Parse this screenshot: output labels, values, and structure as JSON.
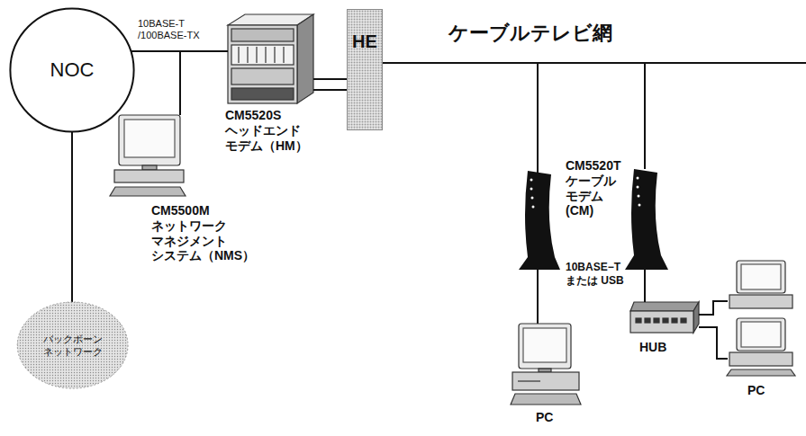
{
  "diagram": {
    "nodes": [
      {
        "text": [
          "NOC"
        ]
      },
      {
        "text": [
          "バックボーン ネットワーク"
        ]
      },
      {
        "text": [
          "CM5520S ヘッドエンド モデム（HM）"
        ]
      },
      {
        "text": [
          "CM5500M ネットワーク マネジメント システム（NMS）"
        ]
      },
      {
        "text": [
          "HE"
        ]
      },
      {
        "text": [
          "CM5520T ケーブル モデム (CM)"
        ]
      },
      {
        "text": [
          "PC"
        ]
      },
      {
        "text": [
          "HUB"
        ]
      },
      {
        "text": [
          "PC"
        ]
      }
    ],
    "edges": [
      {
        "from": 0,
        "to": 1,
        "arrow": "none"
      },
      {
        "from": 0,
        "to": 2,
        "arrow": "none",
        "label": "10BASE-T /100BASE-TX"
      },
      {
        "from": 0,
        "to": 3,
        "arrow": "none"
      },
      {
        "from": 2,
        "to": 4,
        "arrow": "none"
      },
      {
        "from": 2,
        "to": 4,
        "arrow": "none"
      },
      {
        "from": 4,
        "to": 5,
        "arrow": "none"
      },
      {
        "from": 5,
        "to": 7,
        "arrow": "none",
        "label": "10BASE−T または USB"
      },
      {
        "from": 7,
        "to": 8,
        "arrow": "none"
      },
      {
        "from": 7,
        "to": 8,
        "arrow": "none"
      }
    ],
    "labels": [
      "ケーブルテレビ網"
    ]
  }
}
